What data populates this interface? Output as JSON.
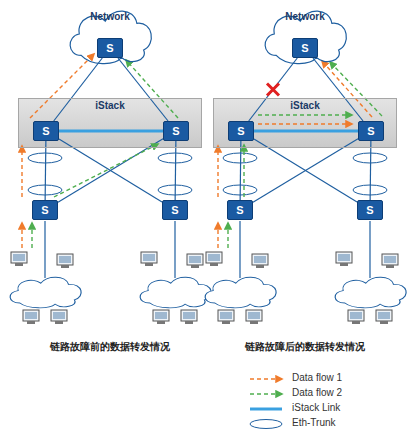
{
  "diagram": {
    "nodes": [
      {
        "text": [
          "Network"
        ]
      },
      {
        "text": [
          "S"
        ],
        "in": 0
      },
      {
        "text": [
          "iStack"
        ]
      },
      {
        "text": [
          "S"
        ],
        "in": 2
      },
      {
        "text": [
          "S"
        ],
        "in": 2
      },
      {
        "text": [
          "S"
        ]
      },
      {
        "text": [
          "S"
        ]
      },
      {
        "text": [
          "Network"
        ]
      },
      {
        "text": [
          "S"
        ],
        "in": 7
      },
      {
        "text": [
          "iStack"
        ]
      },
      {
        "text": [
          "S"
        ],
        "in": 9
      },
      {
        "text": [
          "S"
        ],
        "in": 9
      },
      {
        "text": [
          "S"
        ]
      },
      {
        "text": [
          "S"
        ]
      }
    ],
    "edges": [
      {
        "from": 1,
        "to": 3,
        "arrow": "none"
      },
      {
        "from": 1,
        "to": 4,
        "arrow": "none"
      },
      {
        "from": 3,
        "to": 4,
        "arrow": "none"
      },
      {
        "from": 3,
        "to": 5,
        "arrow": "none"
      },
      {
        "from": 3,
        "to": 6,
        "arrow": "none"
      },
      {
        "from": 4,
        "to": 5,
        "arrow": "none"
      },
      {
        "from": 4,
        "to": 6,
        "arrow": "none"
      },
      {
        "from": 8,
        "to": 10,
        "arrow": "none"
      },
      {
        "from": 8,
        "to": 11,
        "arrow": "none"
      },
      {
        "from": 10,
        "to": 11,
        "arrow": "none"
      },
      {
        "from": 10,
        "to": 12,
        "arrow": "none"
      },
      {
        "from": 10,
        "to": 13,
        "arrow": "none"
      },
      {
        "from": 11,
        "to": 12,
        "arrow": "none"
      },
      {
        "from": 11,
        "to": 13,
        "arrow": "none"
      }
    ],
    "labels": [
      "链路故障前的数据转发情况",
      "链路故障后的数据转发情况"
    ],
    "legend": [
      {
        "text": "Data flow 1"
      },
      {
        "text": "Data flow 2"
      },
      {
        "text": "iStack Link"
      },
      {
        "text": "Eth-Trunk"
      }
    ]
  }
}
